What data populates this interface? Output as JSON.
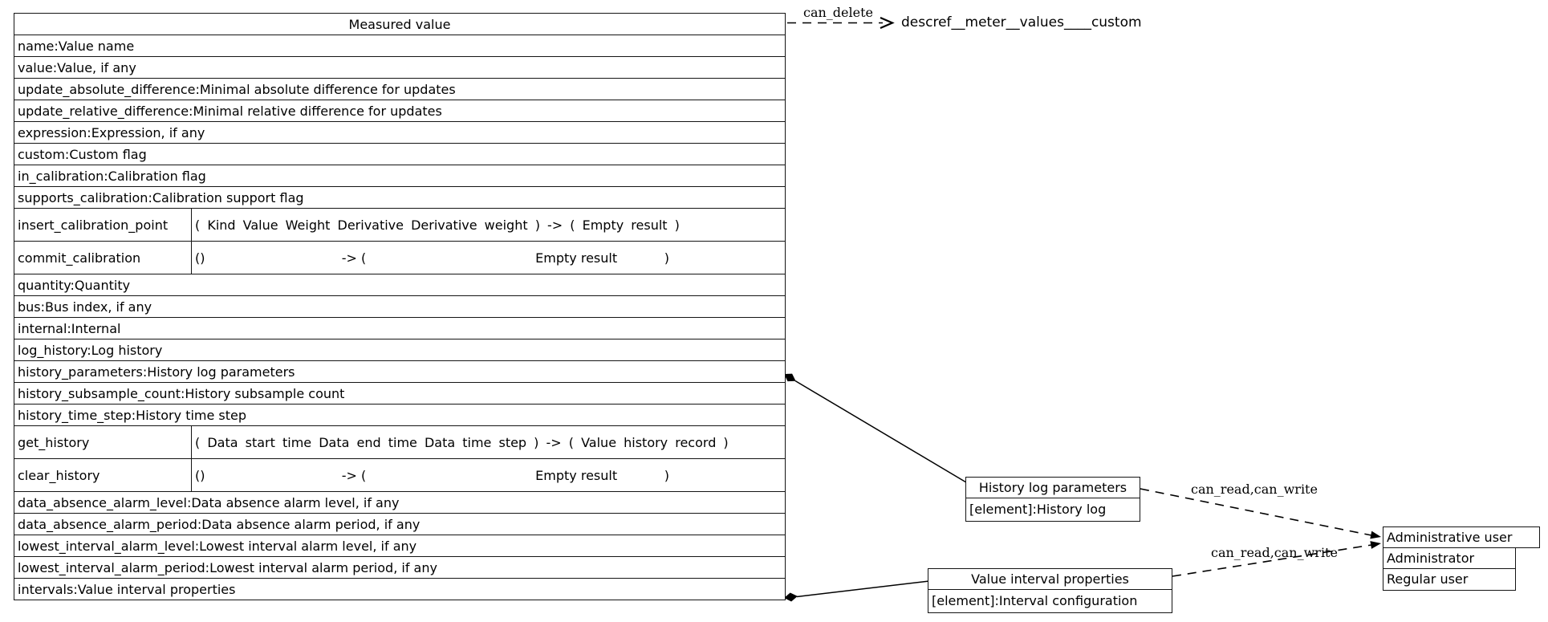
{
  "diagram": {
    "measured_value": {
      "title": "Measured value",
      "rows": [
        {
          "kind": "attr",
          "text": "name:Value name"
        },
        {
          "kind": "attr",
          "text": "value:Value, if any"
        },
        {
          "kind": "attr",
          "text": "update_absolute_difference:Minimal absolute difference for updates"
        },
        {
          "kind": "attr",
          "text": "update_relative_difference:Minimal relative difference for updates"
        },
        {
          "kind": "attr",
          "text": "expression:Expression, if any"
        },
        {
          "kind": "attr",
          "text": "custom:Custom flag"
        },
        {
          "kind": "attr",
          "text": "in_calibration:Calibration flag"
        },
        {
          "kind": "attr",
          "text": "supports_calibration:Calibration support flag"
        },
        {
          "kind": "method_sig",
          "name": "insert_calibration_point",
          "signature": "(  Kind  Value  Weight  Derivative  Derivative weight )   -> (  Empty result  )"
        },
        {
          "kind": "method_split",
          "name": "commit_calibration",
          "parts": [
            "()",
            "-> (",
            "Empty result",
            ")"
          ]
        },
        {
          "kind": "attr",
          "text": "quantity:Quantity"
        },
        {
          "kind": "attr",
          "text": "bus:Bus index, if any"
        },
        {
          "kind": "attr",
          "text": "internal:Internal"
        },
        {
          "kind": "attr",
          "text": "log_history:Log history"
        },
        {
          "kind": "attr",
          "text": "history_parameters:History log parameters"
        },
        {
          "kind": "attr",
          "text": "history_subsample_count:History subsample count"
        },
        {
          "kind": "attr",
          "text": "history_time_step:History time step"
        },
        {
          "kind": "method_sig",
          "name": "get_history",
          "signature": "(  Data start time  Data end time  Data time step )   -> (  Value history record  )"
        },
        {
          "kind": "method_split",
          "name": "clear_history",
          "parts": [
            "()",
            "-> (",
            "Empty result",
            ")"
          ]
        },
        {
          "kind": "attr",
          "text": "data_absence_alarm_level:Data absence alarm level, if any"
        },
        {
          "kind": "attr",
          "text": "data_absence_alarm_period:Data absence alarm period, if any"
        },
        {
          "kind": "attr",
          "text": "lowest_interval_alarm_level:Lowest interval alarm level, if any"
        },
        {
          "kind": "attr",
          "text": "lowest_interval_alarm_period:Lowest interval alarm period, if any"
        },
        {
          "kind": "attr",
          "text": "intervals:Value interval properties"
        }
      ]
    },
    "ref_node": {
      "label": "descref__meter__values____custom"
    },
    "edge_labels": {
      "can_delete": "can_delete",
      "can_read_write_1": "can_read,can_write",
      "can_read_write_2": "can_read,can_write"
    },
    "history_box": {
      "title": "History log parameters",
      "row": "[element]:History log"
    },
    "interval_box": {
      "title": "Value interval properties",
      "row": "[element]:Interval configuration"
    },
    "admin_box": {
      "title": "Administrative user",
      "rows": [
        "Administrator",
        "Regular user"
      ]
    },
    "colors": {
      "line": "#000000",
      "background": "#ffffff"
    }
  }
}
